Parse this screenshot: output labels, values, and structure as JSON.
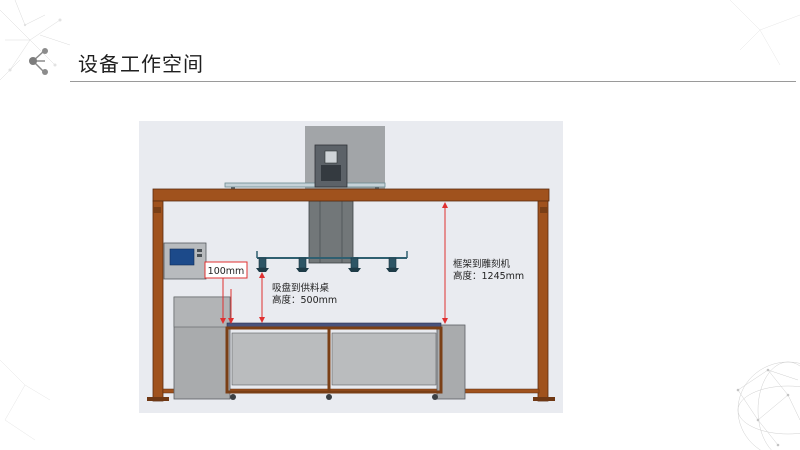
{
  "slide": {
    "title": "设备工作空间"
  },
  "diagram": {
    "label_left_box": "100mm",
    "label_suction_line1": "吸盘到供料桌",
    "label_suction_line2": "高度：500mm",
    "label_frame_line1": "框架到雕刻机",
    "label_frame_line2": "高度：1245mm"
  },
  "colors": {
    "frame": "#a0521d",
    "dimension": "#e03030",
    "panel": "#1c4a8a",
    "body_gray": "#a9abad"
  }
}
